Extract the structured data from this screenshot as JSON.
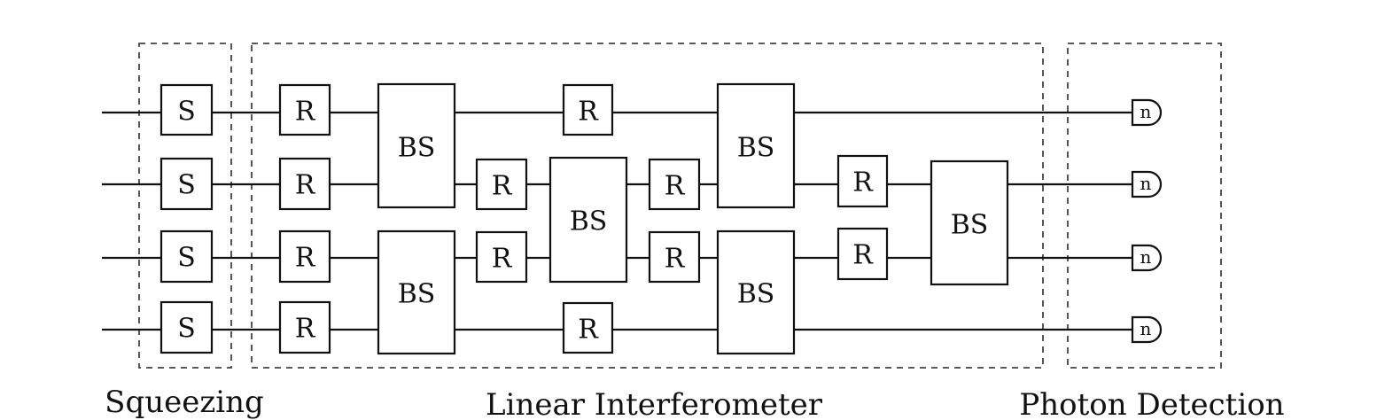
{
  "sections": {
    "squeezing": "Squeezing",
    "interferometer": "Linear Interferometer",
    "detection": "Photon Detection"
  },
  "gate_labels": {
    "squeezer": "S",
    "rotation": "R",
    "beamsplitter": "BS",
    "detector": "n"
  },
  "modes": 4
}
